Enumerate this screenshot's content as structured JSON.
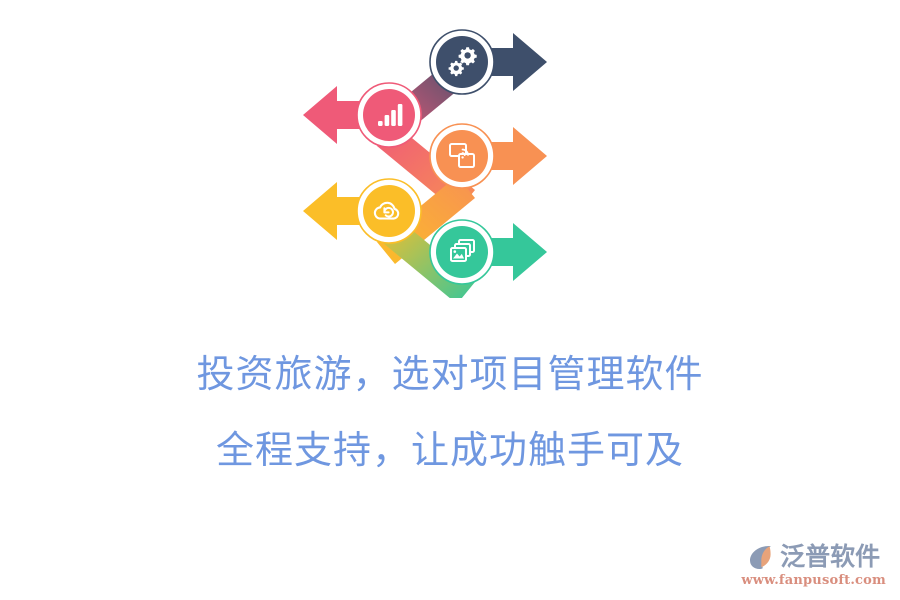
{
  "banner": {
    "background_color": "#ffffff",
    "headline": {
      "color": "#6f97e0",
      "line1": "投资旅游，选对项目管理软件",
      "line2": "全程支持，让成功触手可及"
    },
    "logo": {
      "name": "泛普软件",
      "url": "www.fanpusoft.com",
      "name_color": "#8c9bb5",
      "url_color": "#d98e7e",
      "mark_color": "#8c9bb5",
      "mark_accent_color": "#e8a37a"
    },
    "infographic": {
      "type": "zigzag-arrow-diagram",
      "nodes": [
        {
          "id": "node-gears",
          "icon": "gears-icon",
          "color": "#3e4f6b",
          "arrow_direction": "right",
          "position": "top-right"
        },
        {
          "id": "node-bar-chart",
          "icon": "bar-chart-icon",
          "color": "#ef5a78",
          "arrow_direction": "left",
          "position": "upper-left"
        },
        {
          "id": "node-screen-cast",
          "icon": "screen-cast-icon",
          "color": "#f89153",
          "arrow_direction": "right",
          "position": "middle-right"
        },
        {
          "id": "node-cloud-sync",
          "icon": "cloud-sync-icon",
          "color": "#fbbe28",
          "arrow_direction": "left",
          "position": "lower-left"
        },
        {
          "id": "node-gallery",
          "icon": "gallery-icon",
          "color": "#35c79a",
          "arrow_direction": "right",
          "position": "bottom-right"
        }
      ]
    }
  }
}
